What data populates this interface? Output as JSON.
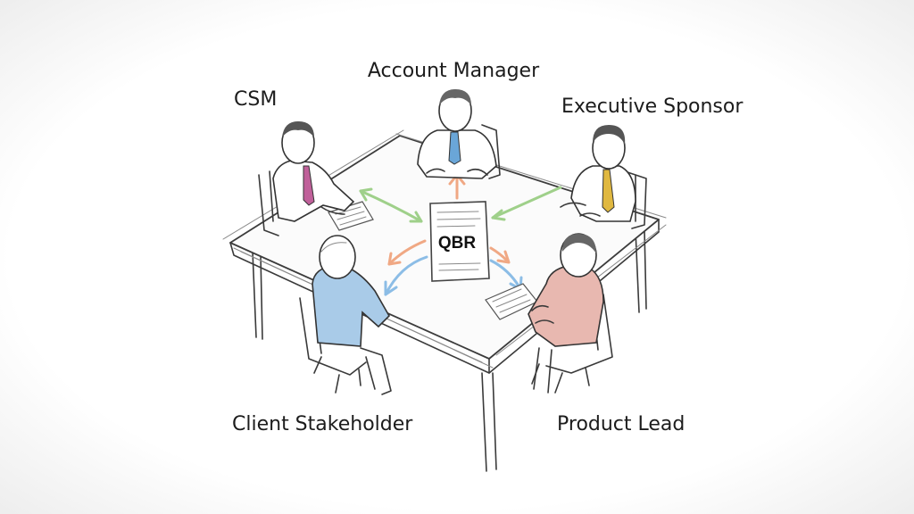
{
  "roles": {
    "account_manager": "Account Manager",
    "csm": "CSM",
    "executive_sponsor": "Executive Sponsor",
    "client_stakeholder": "Client Stakeholder",
    "product_lead": "Product Lead"
  },
  "center_document": {
    "title": "QBR"
  },
  "colors": {
    "arrow_green": "#9fd08a",
    "arrow_orange": "#f0a884",
    "arrow_blue": "#8cbde6",
    "tie_magenta": "#c0609a",
    "tie_blue": "#6aa6d8",
    "tie_gold": "#e0b840",
    "shirt_blue": "#a9cbe8",
    "shirt_pink": "#e8b8b0"
  }
}
